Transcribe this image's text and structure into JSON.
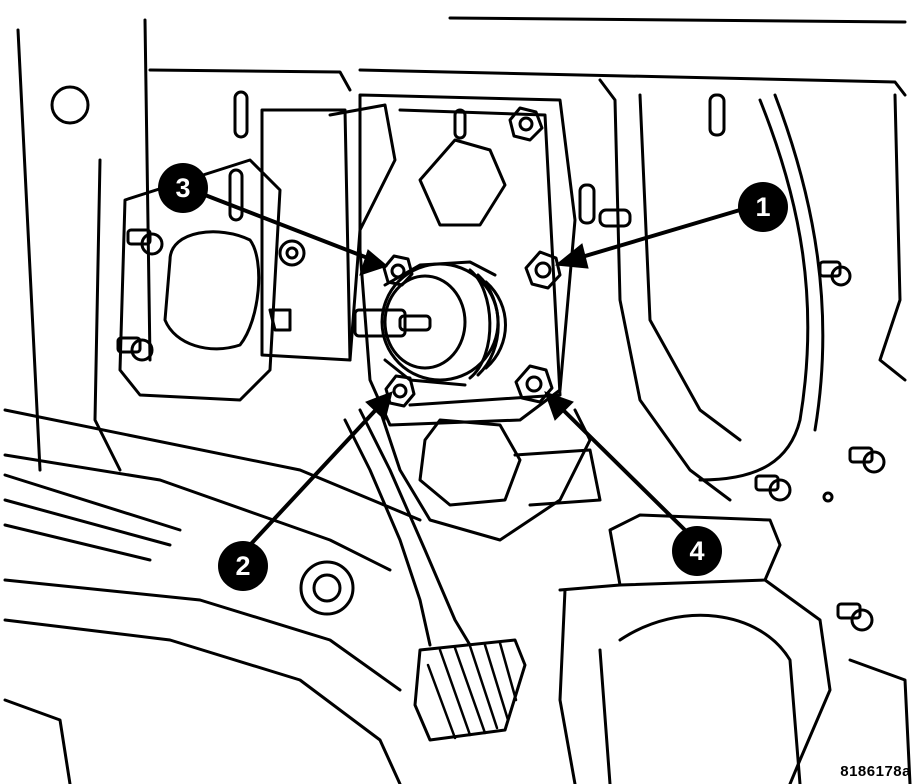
{
  "figure": {
    "id_label": "8186178a"
  },
  "callouts": [
    {
      "label": "1",
      "target": "upper-right-mounting-nut"
    },
    {
      "label": "2",
      "target": "lower-left-mounting-nut"
    },
    {
      "label": "3",
      "target": "upper-left-mounting-nut"
    },
    {
      "label": "4",
      "target": "lower-right-mounting-nut"
    }
  ],
  "colors": {
    "line": "#000000",
    "background": "#ffffff",
    "callout_fill": "#000000",
    "callout_text": "#ffffff"
  }
}
